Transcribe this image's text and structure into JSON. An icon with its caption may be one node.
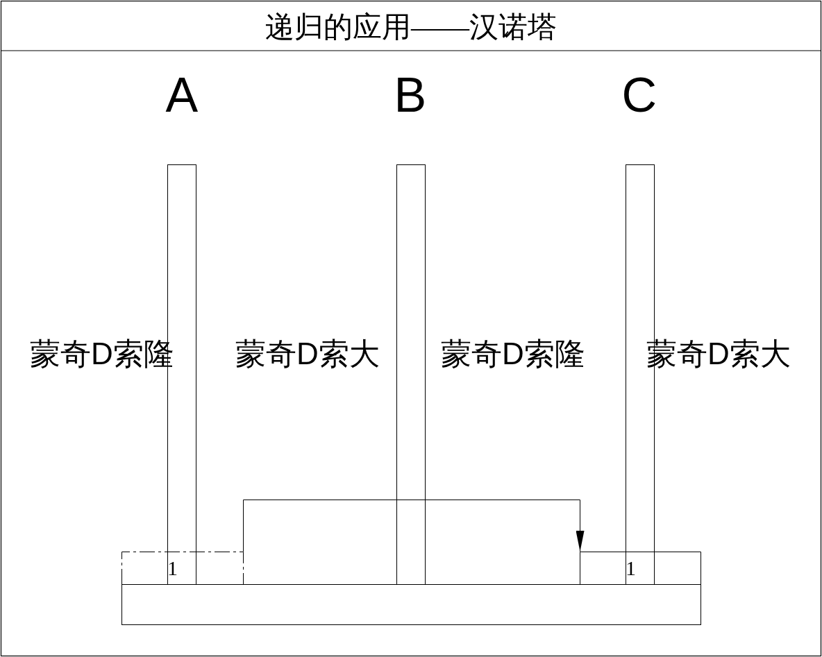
{
  "diagram": {
    "title": "递归的应用——汉诺塔",
    "nodes": [
      {
        "text": [
          "1"
        ]
      },
      {
        "text": [
          "1"
        ]
      }
    ],
    "edges": [
      {
        "from": 0,
        "to": 1,
        "arrow": "to"
      }
    ],
    "labels": [
      "A",
      "B",
      "C",
      "蒙奇D索隆",
      "蒙奇D索大",
      "蒙奇D索隆",
      "蒙奇D索大"
    ]
  }
}
